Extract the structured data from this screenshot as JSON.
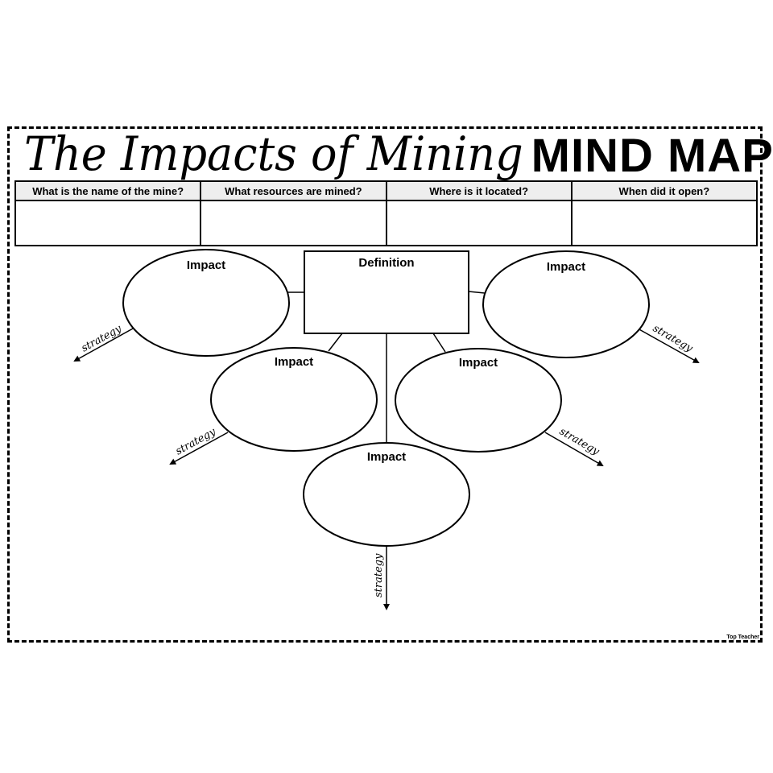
{
  "title": {
    "script_text": "The Impacts of Mining",
    "bold_text": "MIND MAP"
  },
  "info_table": {
    "headers": [
      "What is the name of the mine?",
      "What resources are mined?",
      "Where is it located?",
      "When did it open?"
    ]
  },
  "diagram": {
    "center": {
      "label": "Definition"
    },
    "impacts": [
      {
        "label": "Impact",
        "branch_label": "strategy"
      },
      {
        "label": "Impact",
        "branch_label": "strategy"
      },
      {
        "label": "Impact",
        "branch_label": "strategy"
      },
      {
        "label": "Impact",
        "branch_label": "strategy"
      },
      {
        "label": "Impact",
        "branch_label": "strategy"
      }
    ]
  },
  "footer": {
    "brand": "Top Teacher"
  }
}
